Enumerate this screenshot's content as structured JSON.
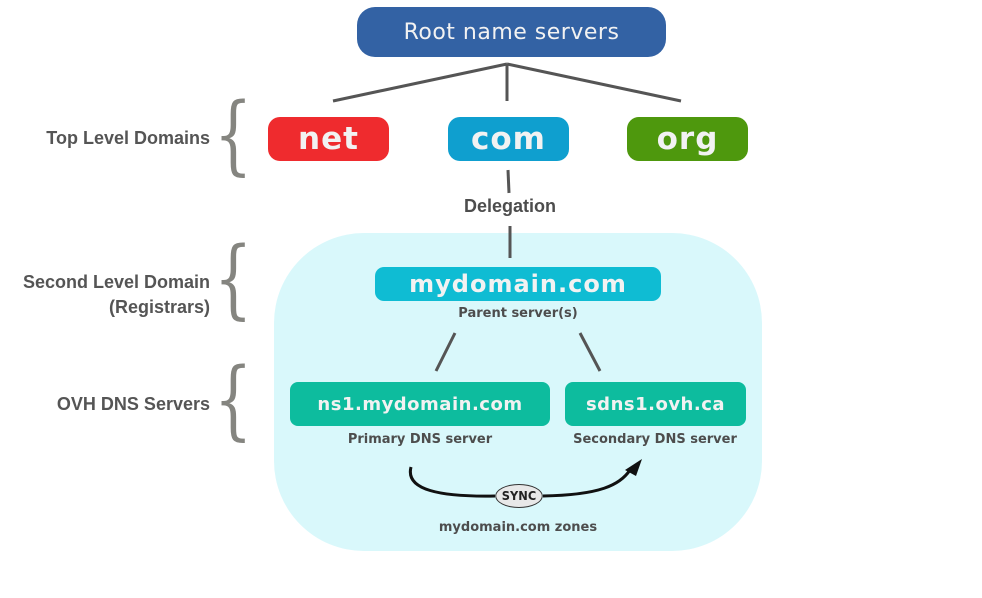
{
  "root": {
    "label": "Root name servers",
    "color": "#3362a4"
  },
  "tlds": [
    {
      "label": "net",
      "color": "#ef2b2e"
    },
    {
      "label": "com",
      "color": "#0f9fcf"
    },
    {
      "label": "org",
      "color": "#4e980d"
    }
  ],
  "delegation_label": "Delegation",
  "levels": {
    "top_level": "Top Level Domains",
    "second_level_line1": "Second Level Domain",
    "second_level_line2": "(Registrars)",
    "dns_servers": "OVH DNS Servers"
  },
  "second_level": {
    "label": "mydomain.com",
    "caption": "Parent server(s)",
    "color": "#0fbcd3"
  },
  "dns": {
    "primary": {
      "label": "ns1.mydomain.com",
      "caption": "Primary DNS server"
    },
    "secondary": {
      "label": "sdns1.ovh.ca",
      "caption": "Secondary DNS server"
    },
    "color": "#0dbc9e"
  },
  "sync": {
    "label": "SYNC",
    "caption": "mydomain.com zones"
  },
  "zone_color": "#d9f8fb"
}
